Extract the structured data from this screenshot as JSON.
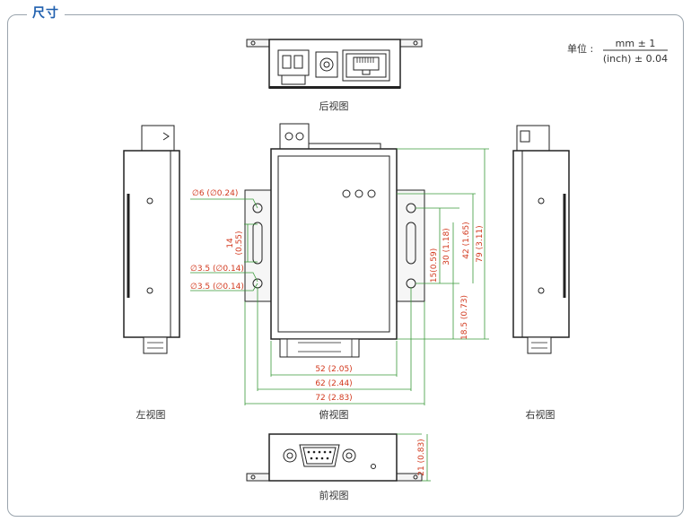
{
  "section_title": "尺寸",
  "units": {
    "prefix": "单位 :",
    "numerator": "mm ± 1",
    "denominator": "(inch) ± 0.04"
  },
  "views": {
    "rear": "后视图",
    "left": "左视图",
    "top": "俯视图",
    "right": "右视图",
    "front": "前视图"
  },
  "hole_notes": {
    "large_hole": "∅6 (∅0.24)",
    "small_hole_1": "∅3.5 (∅0.14)",
    "small_hole_2": "∅3.5 (∅0.14)"
  },
  "dimensions": {
    "slot_14": "14",
    "slot_055": "(0.55)",
    "h_30": "30 (1.18)",
    "h_42": "42 (1.65)",
    "h_79": "79 (3.11)",
    "h_15": "15(0.59)",
    "h_185": "18.5 (0.73)",
    "w_52": "52 (2.05)",
    "w_62": "62 (2.44)",
    "w_72": "72 (2.83)",
    "h_21": "21 (0.83)"
  },
  "colors": {
    "accent": "#1f5fae",
    "dimension": "#d2391e",
    "guide": "#3a9a3a",
    "line": "#222222"
  }
}
